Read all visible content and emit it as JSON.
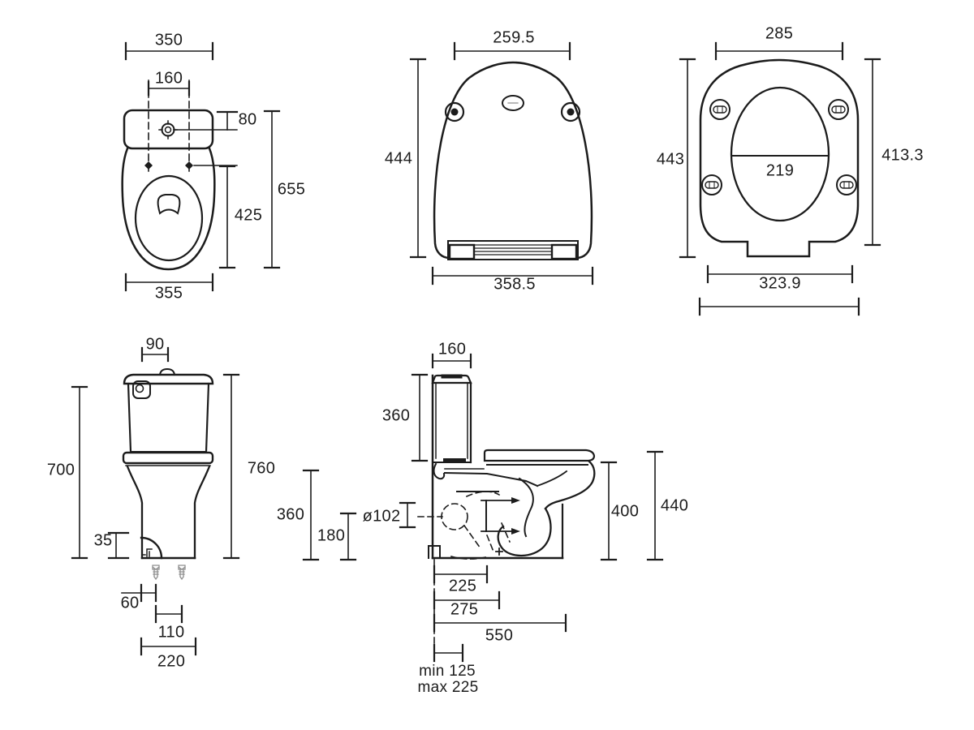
{
  "drawing": {
    "background": "#ffffff",
    "line_color": "#1c1c1c",
    "views": {
      "wc_plan": {
        "labels": {
          "width_top": "350",
          "fixing_centres": "160",
          "tank_front_offset": "80",
          "overall_depth": "655",
          "bowl_depth": "425",
          "width_bottom": "355"
        }
      },
      "lid_plan": {
        "labels": {
          "top_width": "259.5",
          "depth": "444",
          "bottom_width": "358.5"
        }
      },
      "seat_ring_plan": {
        "labels": {
          "top_width": "285",
          "depth_left": "443",
          "depth_right": "413.3",
          "inner_width": "219",
          "bottom_width": "323.9"
        }
      },
      "front_elevation": {
        "labels": {
          "button_width": "90",
          "body_height": "700",
          "overall_height": "760",
          "plinth_height": "35",
          "screw_edge_offset": "60",
          "screw_centres": "110",
          "base_width": "220"
        }
      },
      "side_elevation": {
        "labels": {
          "cistern_depth": "160",
          "cistern_height": "360",
          "seat_height": "360",
          "outlet_centre_height": "180",
          "outlet_diameter": "ø102",
          "rim_height": "400",
          "lid_height": "440",
          "outlet_depth": "225",
          "trap_depth": "275",
          "overall_depth": "550",
          "offset_min": "min 125",
          "offset_max": "max 225"
        }
      }
    }
  }
}
